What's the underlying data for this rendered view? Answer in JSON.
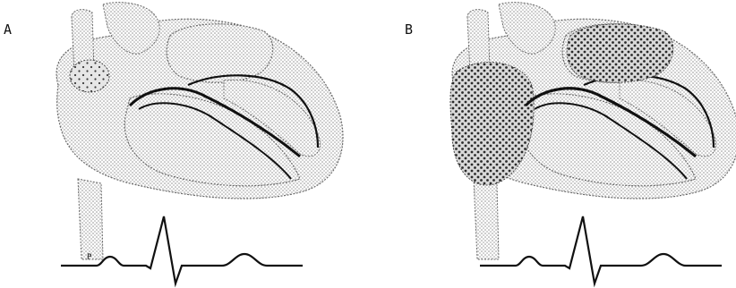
{
  "panels": [
    {
      "label": "A",
      "p_wave_label": "P",
      "atria_depolarized": false
    },
    {
      "label": "B",
      "p_wave_label": "",
      "atria_depolarized": true
    }
  ],
  "colors": {
    "stipple": "#8a8a8a",
    "dense_dots": "#2a2a2a",
    "outline": "#6a6a6a",
    "conduction": "#111111",
    "ecg_trace": "#111111"
  },
  "icons": [
    "heart-illustration",
    "ecg-trace"
  ]
}
